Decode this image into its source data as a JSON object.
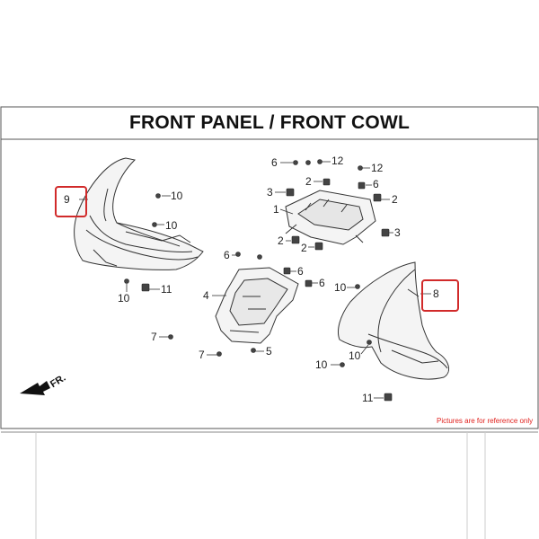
{
  "title": "FRONT PANEL / FRONT COWL",
  "direction_label": "FR.",
  "note": "Pictures are for reference only",
  "callouts": [
    "9",
    "8"
  ],
  "part_labels": {
    "p9": "9",
    "p10a": "10",
    "p10b": "10",
    "p10c": "10",
    "p11a": "11",
    "p6a": "6",
    "p12a": "12",
    "p12b": "12",
    "p2a": "2",
    "p6b": "6",
    "p3a": "3",
    "p2b": "2",
    "p1": "1",
    "p3b": "3",
    "p2c": "2",
    "p2d": "2",
    "p6c": "6",
    "p4": "4",
    "p6d": "6",
    "p6e": "6",
    "p10d": "10",
    "p8": "8",
    "p7a": "7",
    "p7b": "7",
    "p5": "5",
    "p10e": "10",
    "p10f": "10",
    "p11b": "11"
  },
  "colors": {
    "callout": "#d12a2a",
    "note": "#e0201c",
    "line": "#333333"
  }
}
